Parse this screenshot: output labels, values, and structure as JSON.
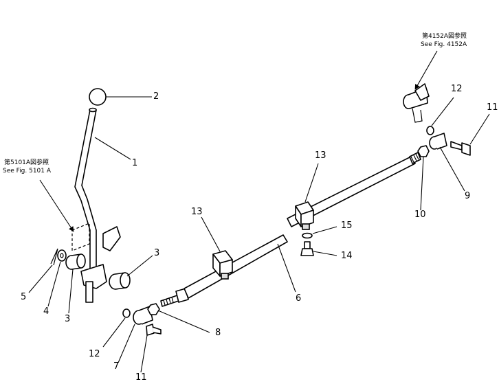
{
  "references": {
    "ref_5101a_jp": "第5101A図参照",
    "ref_5101a_en": "See Fig. 5101 A",
    "ref_4152a_jp": "第4152A図参照",
    "ref_4152a_en": "See Fig. 4152A"
  },
  "callouts": {
    "c1": "1",
    "c2": "2",
    "c3a": "3",
    "c3b": "3",
    "c4": "4",
    "c5": "5",
    "c6": "6",
    "c7": "7",
    "c8": "8",
    "c9": "9",
    "c10": "10",
    "c11a": "11",
    "c11b": "11",
    "c12a": "12",
    "c12b": "12",
    "c13a": "13",
    "c13b": "13",
    "c14": "14",
    "c15": "15"
  }
}
